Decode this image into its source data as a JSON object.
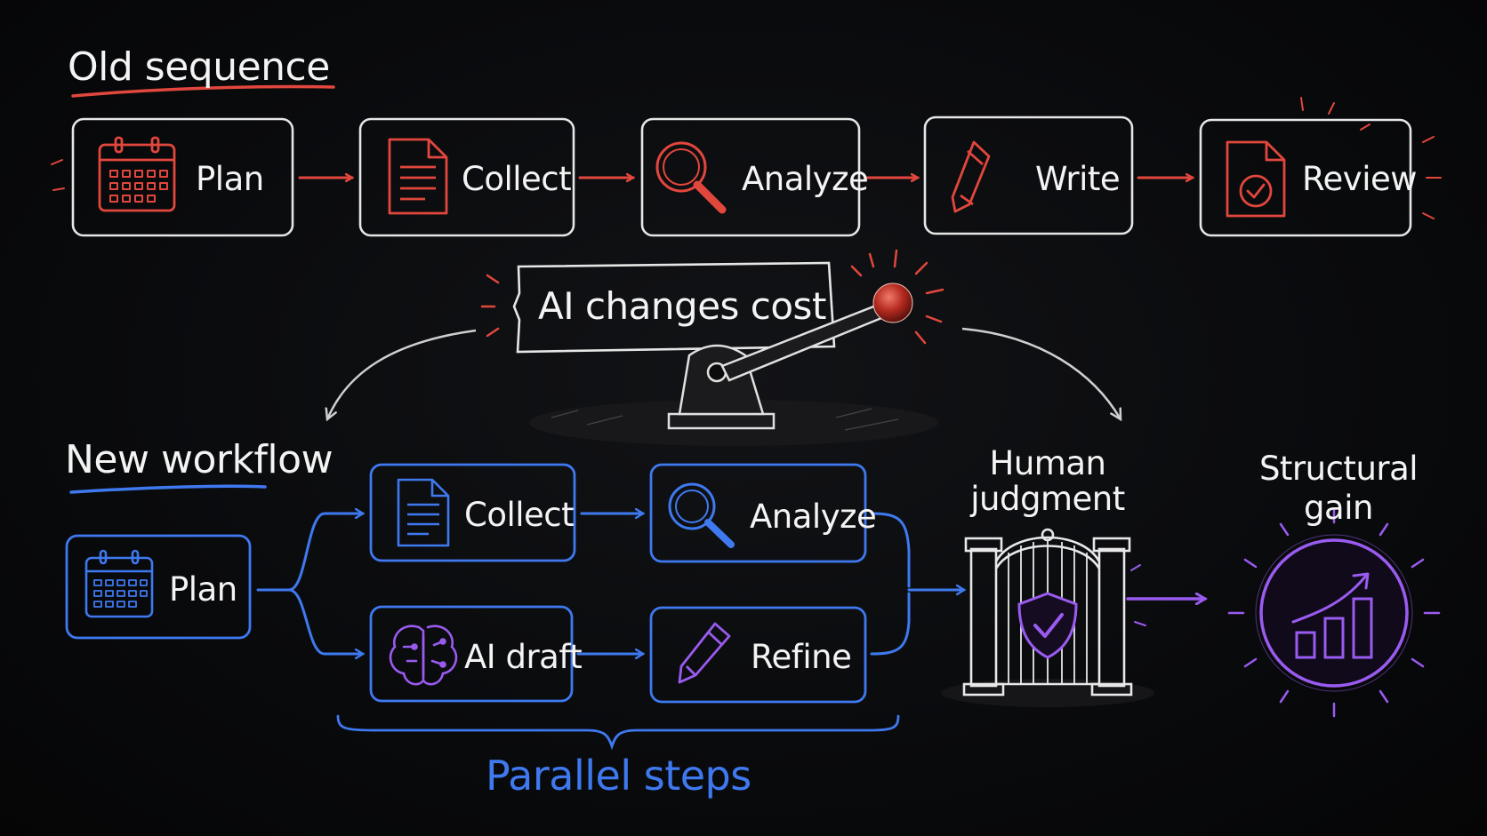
{
  "old_sequence": {
    "heading": "Old sequence",
    "steps": [
      {
        "label": "Plan",
        "icon": "calendar-icon"
      },
      {
        "label": "Collect",
        "icon": "document-icon"
      },
      {
        "label": "Analyze",
        "icon": "magnifier-icon"
      },
      {
        "label": "Write",
        "icon": "pencil-icon"
      },
      {
        "label": "Review",
        "icon": "document-check-icon"
      }
    ]
  },
  "lever": {
    "label": "AI changes cost",
    "icon": "lever-icon"
  },
  "new_workflow": {
    "heading": "New workflow",
    "plan": {
      "label": "Plan",
      "icon": "calendar-icon"
    },
    "branches": [
      {
        "label": "Collect",
        "icon": "document-icon"
      },
      {
        "label": "Analyze",
        "icon": "magnifier-icon"
      },
      {
        "label": "AI draft",
        "icon": "brain-icon"
      },
      {
        "label": "Refine",
        "icon": "pencil-icon"
      }
    ],
    "parallel_label": "Parallel steps",
    "gate": {
      "label_line1": "Human",
      "label_line2": "judgment",
      "icon": "gate-shield-icon"
    },
    "result": {
      "label_line1": "Structural",
      "label_line2": "gain",
      "icon": "growth-chart-icon"
    }
  },
  "colors": {
    "old_accent": "#e2473d",
    "new_accent": "#3f79f0",
    "result_accent": "#9a5bf0",
    "box_border": "#e6e6e6"
  }
}
